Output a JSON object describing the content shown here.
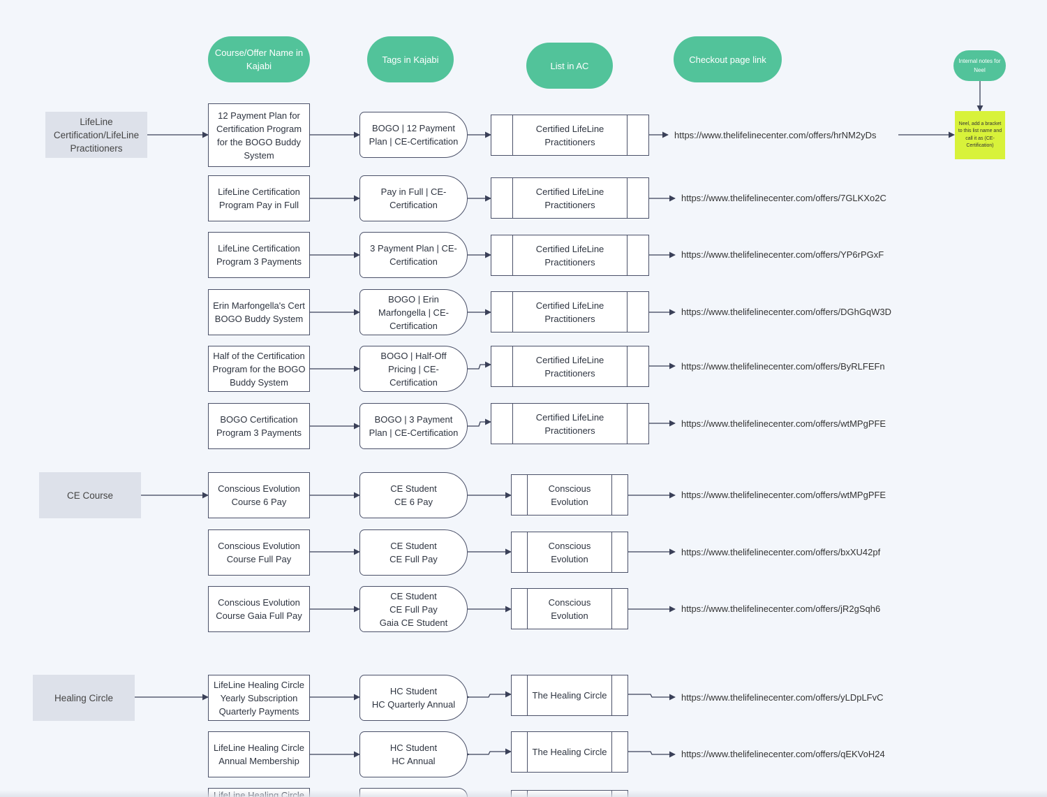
{
  "headers": {
    "course": "Course/Offer Name in Kajabi",
    "tags": "Tags in Kajabi",
    "list": "List in AC",
    "checkout": "Checkout page link",
    "notes": "Internal notes for Neel"
  },
  "categories": {
    "lifeline": "LifeLine Certification/LifeLine Practitioners",
    "ce": "CE Course",
    "healing": "Healing Circle"
  },
  "sticky_note": "Neel, add a bracket to this list name and call it as (CE-Certification)",
  "rows": [
    {
      "course": "12 Payment Plan for Certification Program for the BOGO Buddy System",
      "tag": "BOGO | 12 Payment Plan | CE-Certification",
      "list": "Certified LifeLine Practitioners",
      "url": "https://www.thelifelinecenter.com/offers/hrNM2yDs"
    },
    {
      "course": "LifeLine Certification Program Pay in Full",
      "tag": "Pay in Full | CE-Certification",
      "list": "Certified LifeLine Practitioners",
      "url": "https://www.thelifelinecenter.com/offers/7GLKXo2C"
    },
    {
      "course": "LifeLine Certification Program 3 Payments",
      "tag": "3 Payment Plan | CE-Certification",
      "list": "Certified LifeLine Practitioners",
      "url": "https://www.thelifelinecenter.com/offers/YP6rPGxF"
    },
    {
      "course": "Erin Marfongella's Cert BOGO Buddy System",
      "tag": "BOGO | Erin Marfongella | CE-Certification",
      "list": "Certified LifeLine Practitioners",
      "url": "https://www.thelifelinecenter.com/offers/DGhGqW3D"
    },
    {
      "course": "Half of the Certification Program for the BOGO Buddy System",
      "tag": "BOGO | Half-Off Pricing | CE-Certification",
      "list": "Certified LifeLine Practitioners",
      "url": "https://www.thelifelinecenter.com/offers/ByRLFEFn"
    },
    {
      "course": "BOGO Certification Program 3 Payments",
      "tag": "BOGO | 3 Payment Plan | CE-Certification",
      "list": "Certified LifeLine Practitioners",
      "url": "https://www.thelifelinecenter.com/offers/wtMPgPFE"
    },
    {
      "course": "Conscious Evolution Course 6 Pay",
      "tag": "CE Student\nCE 6 Pay",
      "list": "Conscious Evolution",
      "url": "https://www.thelifelinecenter.com/offers/wtMPgPFE"
    },
    {
      "course": "Conscious Evolution Course Full Pay",
      "tag": "CE Student\nCE Full Pay",
      "list": "Conscious Evolution",
      "url": "https://www.thelifelinecenter.com/offers/bxXU42pf"
    },
    {
      "course": "Conscious Evolution Course Gaia Full Pay",
      "tag": "CE Student\nCE Full Pay\nGaia CE Student",
      "list": "Conscious Evolution",
      "url": "https://www.thelifelinecenter.com/offers/jR2gSqh6"
    },
    {
      "course": "LifeLine Healing Circle Yearly Subscription Quarterly Payments",
      "tag": "HC Student\nHC Quarterly Annual",
      "list": "The Healing Circle",
      "url": "https://www.thelifelinecenter.com/offers/yLDpLFvC"
    },
    {
      "course": "LifeLine Healing Circle Annual Membership",
      "tag": "HC Student\nHC Annual",
      "list": "The Healing Circle",
      "url": "https://www.thelifelinecenter.com/offers/qEKVoH24"
    },
    {
      "course": "LifeLine Healing Circle",
      "tag": "",
      "list": "",
      "url": ""
    }
  ]
}
